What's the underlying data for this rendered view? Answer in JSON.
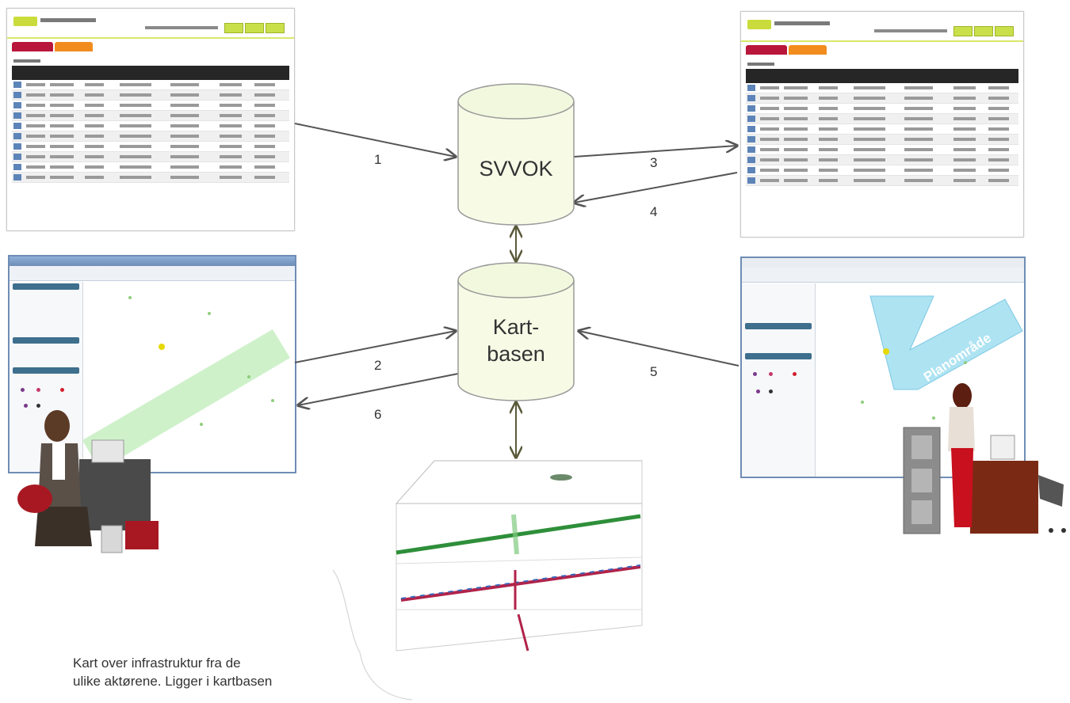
{
  "nodes": {
    "svvok": "SVVOK",
    "kartbasen_line1": "Kart-",
    "kartbasen_line2": "basen"
  },
  "flows": [
    "1",
    "2",
    "3",
    "4",
    "5",
    "6"
  ],
  "map_label_left": "Planområde",
  "map_label_right": "Planområde",
  "caption_line1": "Kart over infrastruktur fra de",
  "caption_line2": "ulike aktørene. Ligger i kartbasen",
  "colors": {
    "cylinder_fill": "#f7fbe6",
    "cylinder_stroke": "#9a9a9a",
    "arrow": "#555555",
    "plan_area_left": "#c9f0c4",
    "plan_area_right": "#aee3f2",
    "plan_text": "#ffffff"
  }
}
